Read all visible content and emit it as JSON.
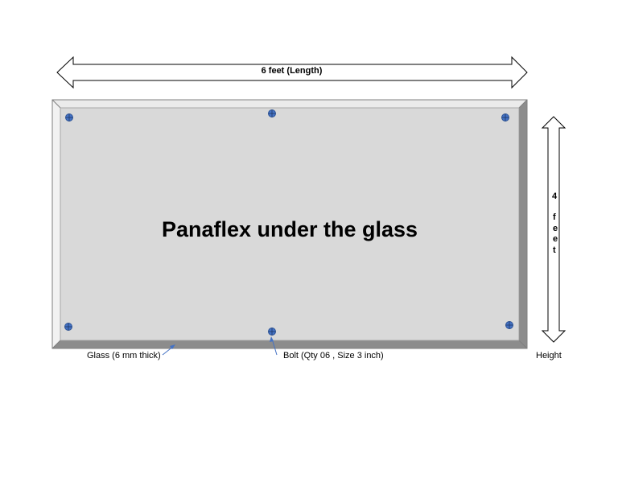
{
  "diagram": {
    "length_label": "6 feet (Length)",
    "panel_title": "Panaflex under the glass",
    "height_value": "4",
    "height_unit": "feet",
    "glass_label": "Glass (6 mm thick)",
    "bolt_label": "Bolt (Qty 06 , Size 3 inch)",
    "height_label": "Height"
  },
  "colors": {
    "panel_face": "#d9d9d9",
    "bevel_light": "#ebebeb",
    "bevel_dark": "#8c8c8c",
    "bolt_fill": "#4472c4",
    "bolt_stroke": "#2f5597",
    "leader_line": "#4472c4"
  },
  "icons": [
    "bolt-icon",
    "double-arrow-icon"
  ]
}
